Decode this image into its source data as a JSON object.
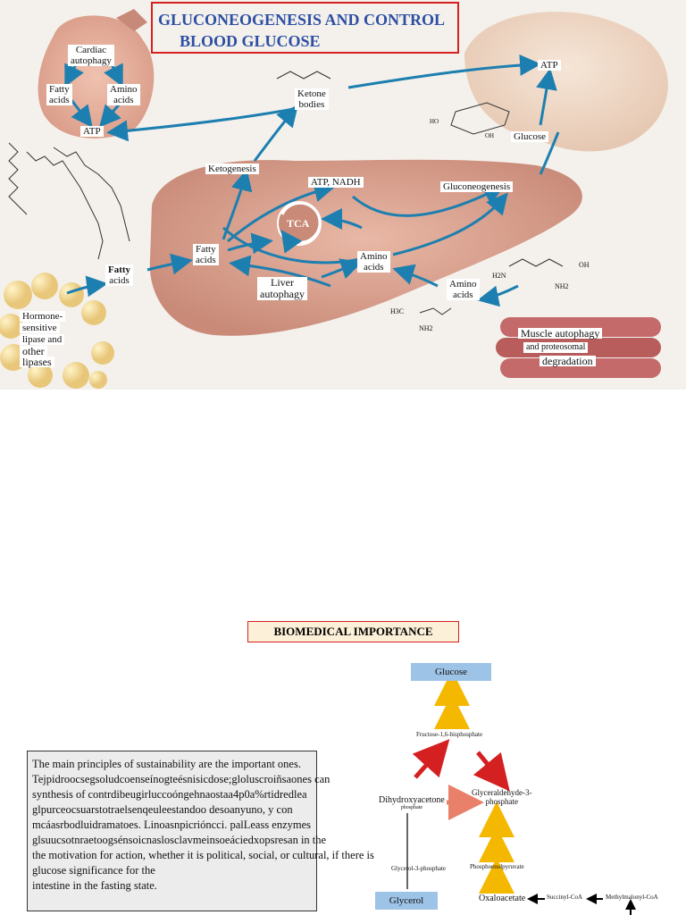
{
  "title": {
    "line1": "GLUCONEOGENESIS AND CONTROL",
    "line2": "BLOOD GLUCOSE"
  },
  "figure": {
    "heart": {
      "autophagy1": "Cardiac",
      "autophagy2": "autophagy",
      "fatty1": "Fatty",
      "fatty2": "acids",
      "amino1": "Amino",
      "amino2": "acids",
      "atp": "ATP"
    },
    "ketone1": "Ketone",
    "ketone2": "bodies",
    "brain": {
      "atp": "ATP",
      "glucose": "Glucose"
    },
    "ketogenesis": "Ketogenesis",
    "atp_nadh": "ATP, NADH",
    "gluconeogenesis": "Gluconeogenesis",
    "tca": "TCA",
    "liver_fatty1": "Fatty",
    "liver_fatty2": "acids",
    "liver_amino1": "Amino",
    "liver_amino2": "acids",
    "liver_autophagy1": "Liver",
    "liver_autophagy2": "autophagy",
    "fatty_in1": "Fatty",
    "fatty_in2": "acids",
    "amino_in1": "Amino",
    "amino_in2": "acids",
    "lipase": [
      "Hormone-",
      "sensitive",
      "lipase and",
      "other",
      "lipases"
    ],
    "muscle": [
      "Muscle autophagy",
      "and proteosomal",
      "degradation"
    ],
    "chem": {
      "h2n": "H2N",
      "nh2a": "NH2",
      "oh": "OH",
      "h3c": "H3C",
      "nh2b": "NH2"
    }
  },
  "biomedical_title": "BIOMEDICAL IMPORTANCE",
  "text_lines": [
    "The main principles of sustainability are the important ones.",
    "Tejpidroocsegsoludcoenseínogteésnisicdose;gloluscroiñsaones can",
    "synthesis of contrdibeugirluccoóngehnaostaa4p0a%rtidredlea",
    "glpurceocsuarstotraelsenqeuleestandoo desoanyuno, y con",
    "mcáasrbodluidramatoes. Linoasnpicrióncci. palLeass enzymes",
    "glsuucsotnraetoogsénsoicnaslosclavmeinsoeáciedxopsresan in the",
    "the motivation for action, whether it is political, social, or cultural, if there is",
    "glucose significance for the",
    "intestine in the fasting state."
  ],
  "pathway": {
    "glucose": "Glucose",
    "f16bp": "Fructose-1,6-bisphosphate",
    "dhap1": "Dihydroxyacetone",
    "dhap2": "phosphate",
    "g3p1": "Glyceraldehyde-3-",
    "g3p2": "phosphate",
    "glycerol3p": "Glycerol-3-phosphate",
    "pep": "Phosphoenolpyruvate",
    "glycerol": "Glycerol",
    "oxaloacetate": "Oxaloacetate",
    "succinyl": "Succinyl-CoA",
    "methylmalonyl": "Methylmalonyl-CoA"
  },
  "colors": {
    "title": "#2d4fa3",
    "border_red": "#d62020",
    "arrow_blue": "#1d7fb0",
    "organ": "#dfa690",
    "box_blue": "#9dc3e6"
  }
}
